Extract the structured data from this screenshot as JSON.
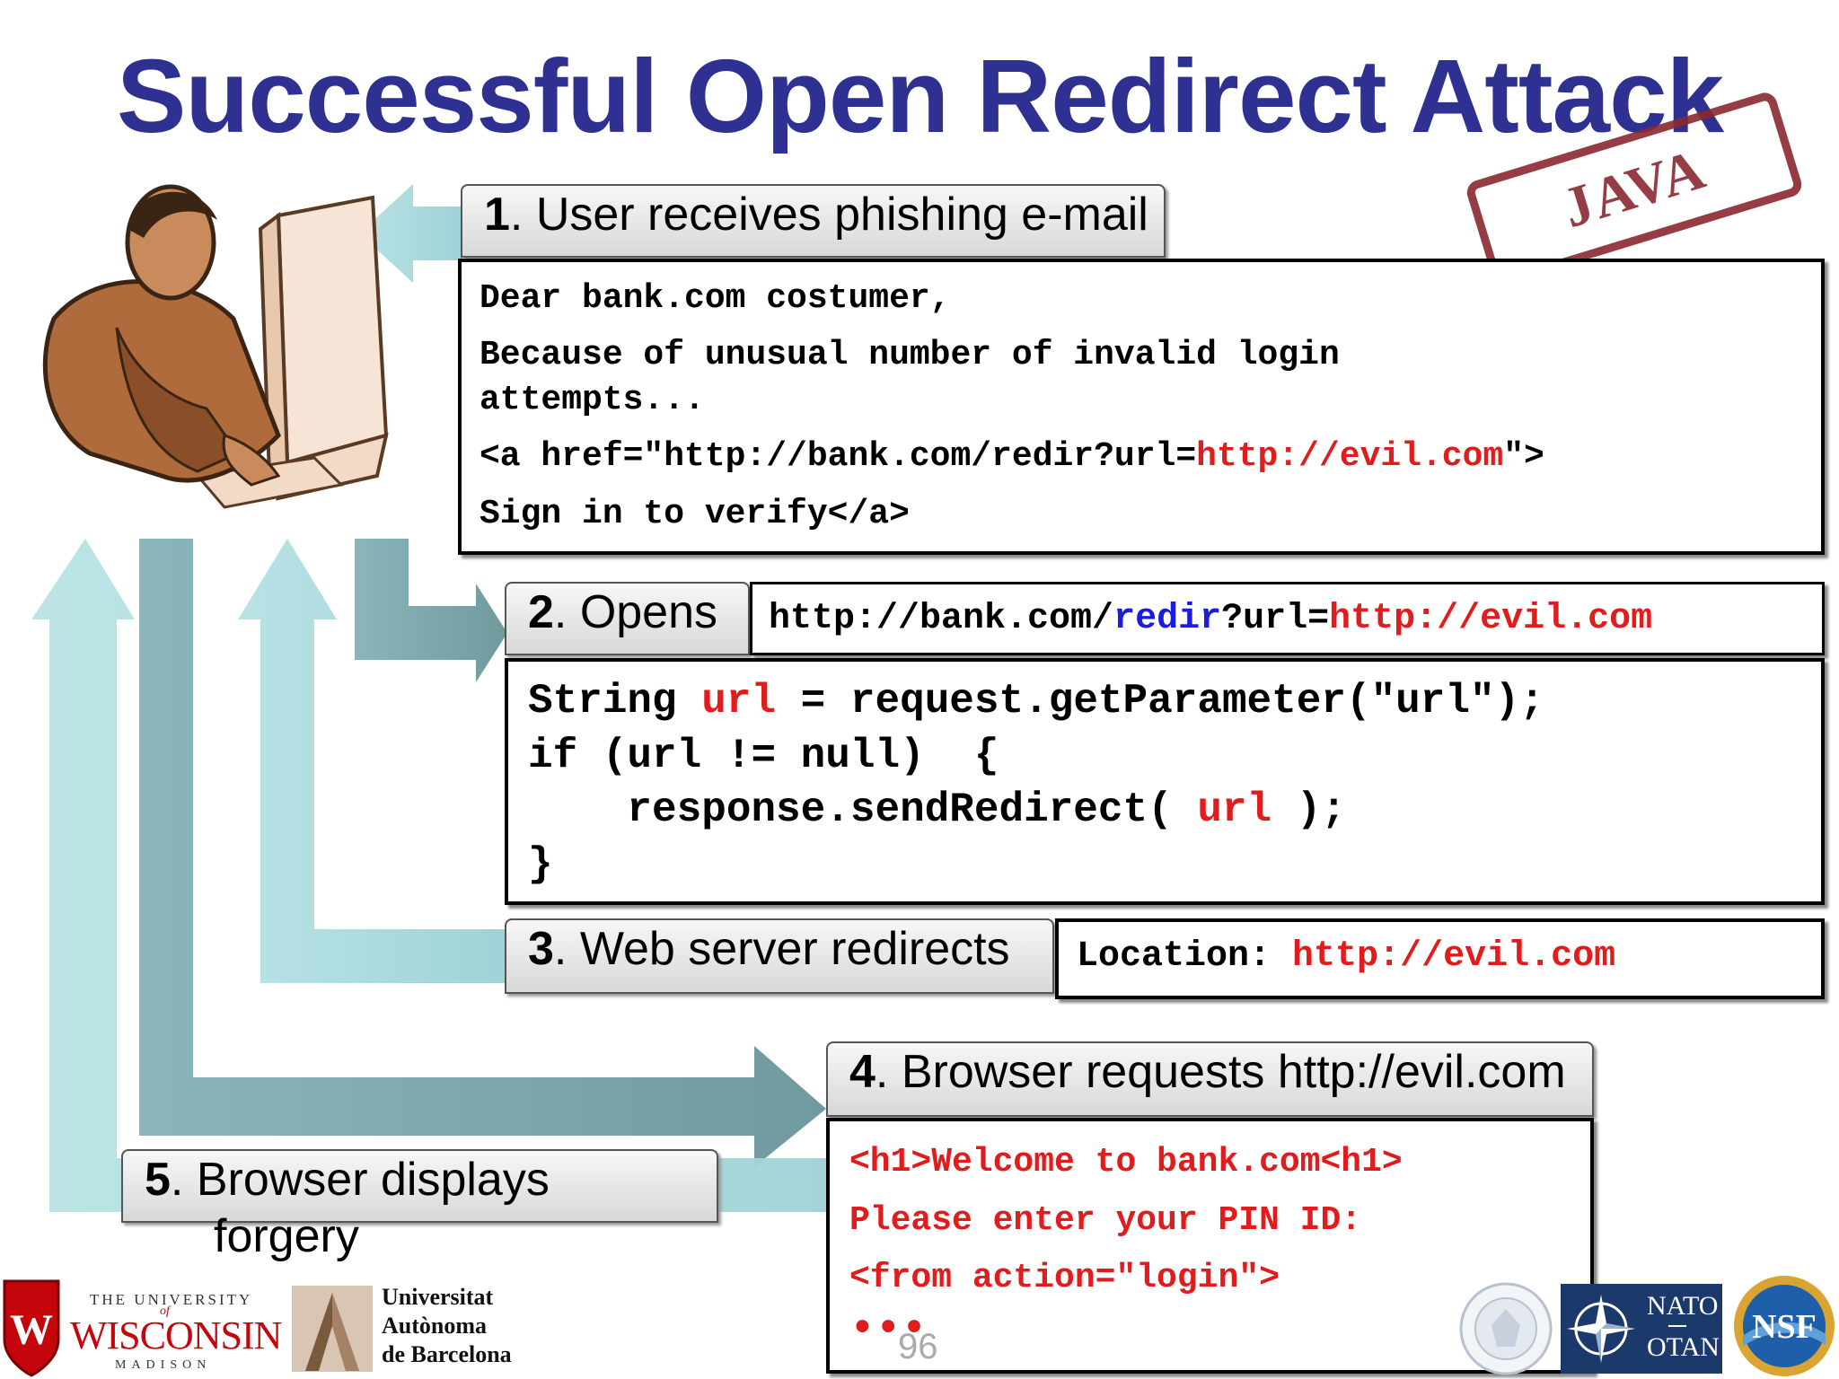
{
  "title": "Successful Open Redirect Attack",
  "stamp": "JAVA",
  "steps": [
    {
      "num": "1",
      "label": ". User receives phishing e-mail"
    },
    {
      "num": "2",
      "label": ". Opens"
    },
    {
      "num": "3",
      "label": ". Web server redirects"
    },
    {
      "num": "4",
      "label": ". Browser requests http://evil.com"
    },
    {
      "num": "5",
      "label": ". Browser displays",
      "label2": "forgery"
    }
  ],
  "email": {
    "line1": "Dear bank.com costumer,",
    "line2": "Because of unusual number of invalid login",
    "line3": "attempts...",
    "line4_a": "<a href=\"http://bank.com/redir?url=",
    "line4_b": "http://evil.com",
    "line4_c": "\">",
    "line5": "Sign in to verify</a>"
  },
  "url_bar": {
    "part1": "http://bank.com/",
    "part2": "redir",
    "part3": "?url=",
    "part4": "http://evil.com"
  },
  "code": {
    "l1_a": "String ",
    "l1_b": "url",
    "l1_c": " = request.getParameter(\"url\");",
    "l2": "if (url != null)  {",
    "l3_a": "    response.sendRedirect( ",
    "l3_b": "url",
    "l3_c": " );",
    "l4": "}"
  },
  "location": {
    "label": "Location: ",
    "value": "http://evil.com"
  },
  "evil_page": {
    "l1": "<h1>Welcome to bank.com<h1>",
    "l2": "Please enter your PIN ID:",
    "l3": "<from action=\"login\">",
    "l4": "•••"
  },
  "page_number": "96",
  "logos": {
    "wisconsin_top": "THE UNIVERSITY",
    "wisconsin_of": "of",
    "wisconsin_main": "WISCONSIN",
    "wisconsin_bottom": "MADISON",
    "uab_1": "Universitat",
    "uab_2": "Autònoma",
    "uab_3": "de Barcelona",
    "nato_1": "NATO",
    "nato_2": "OTAN",
    "nsf": "NSF"
  },
  "colors": {
    "title": "#2e3192",
    "highlight_red": "#e01c1c",
    "highlight_blue": "#1c1ce0",
    "arrow_light": "#a9d8dc",
    "arrow_dark": "#7fa9ad"
  }
}
